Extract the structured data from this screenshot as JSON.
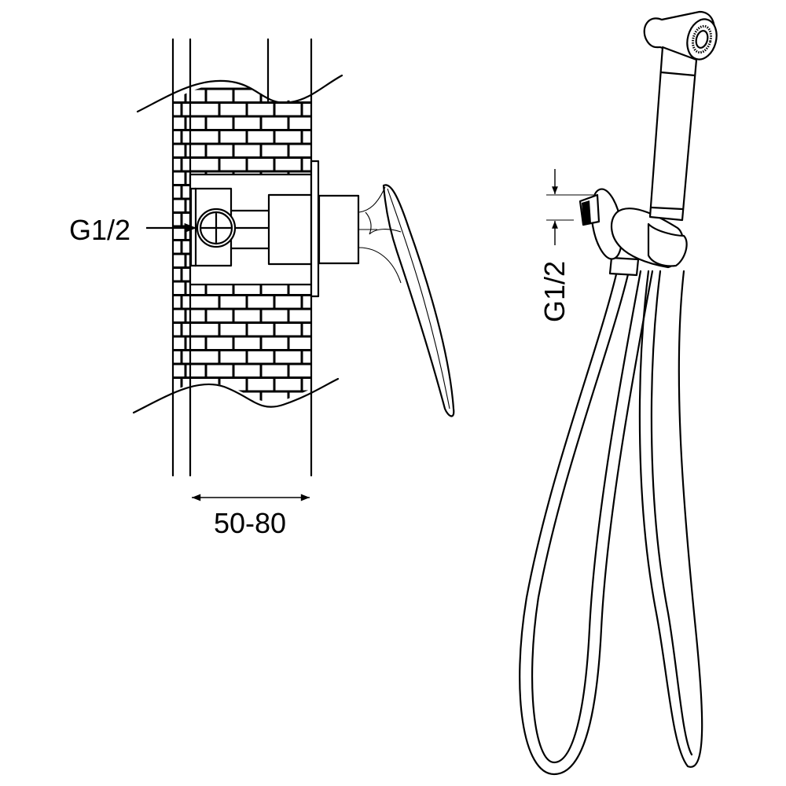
{
  "diagram": {
    "left_view": {
      "inlet_label": "G1/2",
      "wall_thickness_label": "50-80"
    },
    "right_view": {
      "connection_label": "G1/2"
    },
    "colors": {
      "line": "#000000",
      "background": "#ffffff"
    }
  }
}
